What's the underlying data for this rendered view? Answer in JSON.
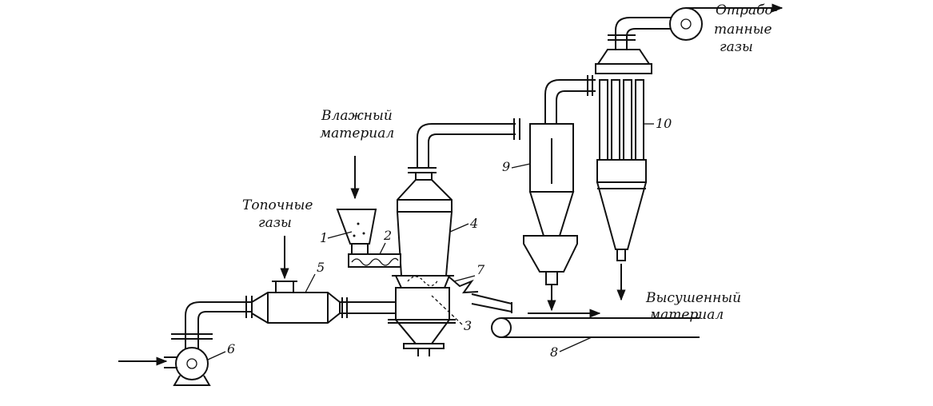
{
  "labels": {
    "wet_material_line1": "Влажный",
    "wet_material_line2": "материал",
    "furnace_gases_line1": "Топочные",
    "furnace_gases_line2": "газы",
    "exhaust_gases_line1": "Отрабо-",
    "exhaust_gases_line2": "танные",
    "exhaust_gases_line3": "газы",
    "dried_material_line1": "Высушенный",
    "dried_material_line2": "материал"
  },
  "callouts": {
    "n1": "1",
    "n2": "2",
    "n3": "3",
    "n4": "4",
    "n5": "5",
    "n6": "6",
    "n7": "7",
    "n8": "8",
    "n9": "9",
    "n10": "10"
  }
}
